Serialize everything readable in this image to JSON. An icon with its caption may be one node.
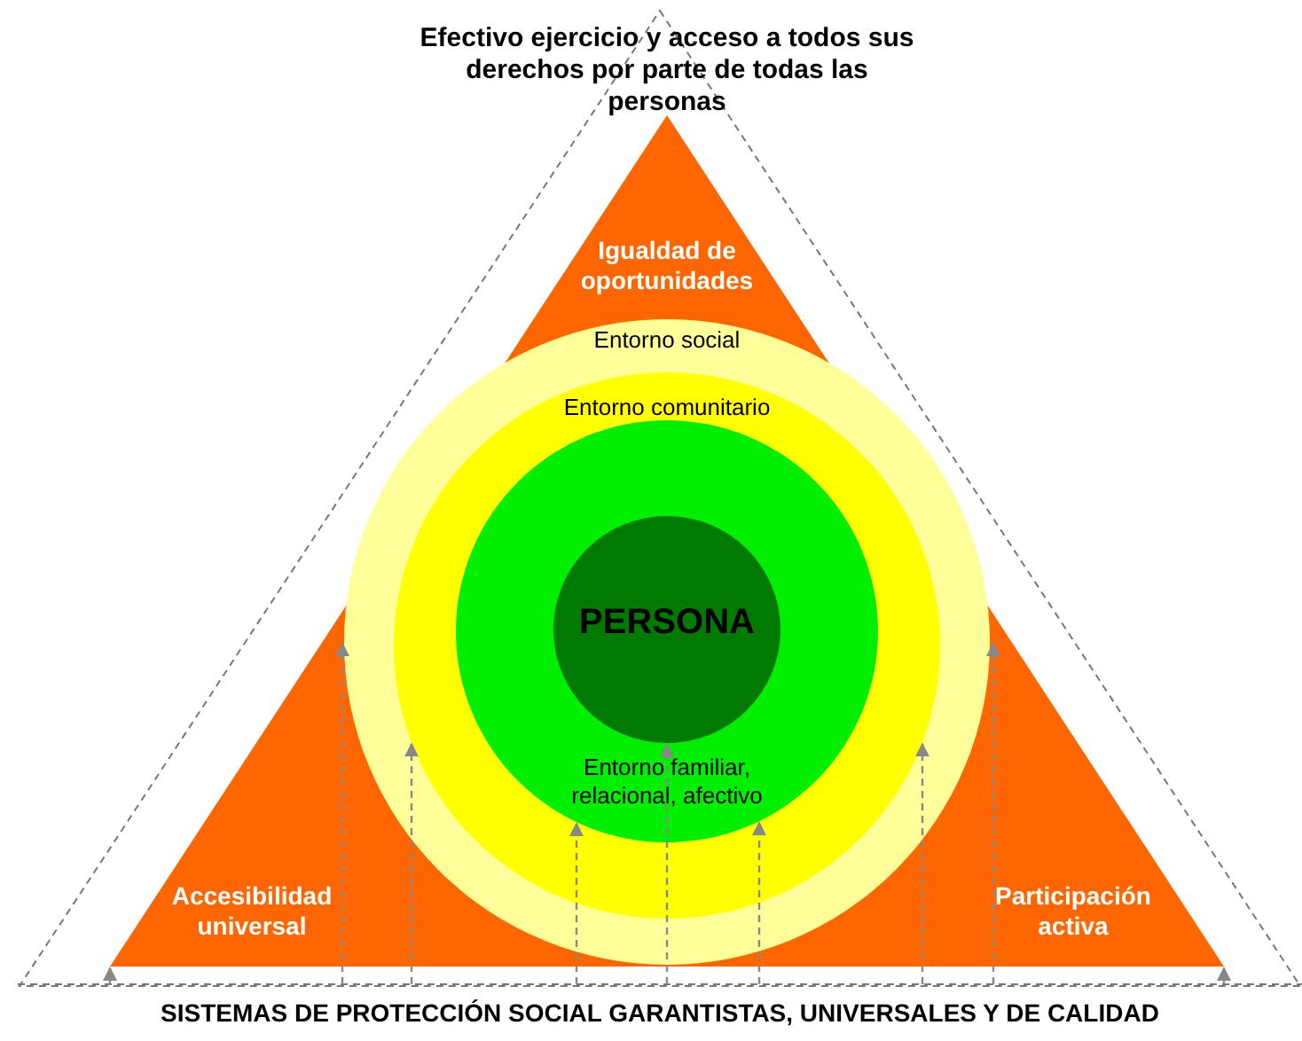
{
  "diagram": {
    "nodes": [
      {
        "text": [
          "SISTEMAS DE PROTECCIÓN SOCIAL GARANTISTAS, UNIVERSALES Y DE CALIDAD"
        ]
      },
      {
        "text": [
          "Efectivo ejercicio y acceso a todos sus derechos por parte de todas las personas"
        ]
      },
      {
        "text": [
          "Igualdad de oportunidades",
          "Accesibilidad universal",
          "Participación activa"
        ],
        "in": 1
      },
      {
        "text": [
          "Entorno social"
        ],
        "in": 2
      },
      {
        "text": [
          "Entorno comunitario"
        ],
        "in": 3
      },
      {
        "text": [
          "Entorno familiar, relacional, afectivo"
        ],
        "in": 4
      },
      {
        "text": [
          "PERSONA"
        ],
        "in": 5
      }
    ],
    "edges": [
      {
        "from": 0,
        "to": 2,
        "arrow": "to",
        "style": "dashed"
      },
      {
        "from": 0,
        "to": 3,
        "arrow": "to",
        "style": "dashed"
      },
      {
        "from": 0,
        "to": 4,
        "arrow": "to",
        "style": "dashed"
      },
      {
        "from": 0,
        "to": 5,
        "arrow": "to",
        "style": "dashed"
      },
      {
        "from": 0,
        "to": 6,
        "arrow": "to",
        "style": "dashed"
      },
      {
        "from": 0,
        "to": 5,
        "arrow": "to",
        "style": "dashed"
      },
      {
        "from": 0,
        "to": 4,
        "arrow": "to",
        "style": "dashed"
      },
      {
        "from": 0,
        "to": 3,
        "arrow": "to",
        "style": "dashed"
      },
      {
        "from": 0,
        "to": 2,
        "arrow": "to",
        "style": "dashed"
      }
    ]
  }
}
